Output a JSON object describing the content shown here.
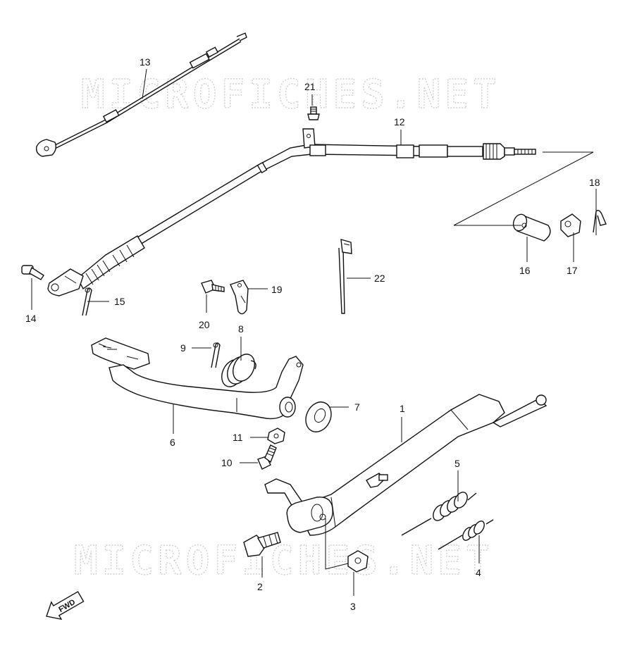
{
  "watermark": {
    "text": "MICROFICHES.NET"
  },
  "fwd_badge": {
    "text": "FWD"
  },
  "callouts": [
    {
      "id": "1"
    },
    {
      "id": "2"
    },
    {
      "id": "3"
    },
    {
      "id": "4"
    },
    {
      "id": "5"
    },
    {
      "id": "6"
    },
    {
      "id": "7"
    },
    {
      "id": "8"
    },
    {
      "id": "9"
    },
    {
      "id": "10"
    },
    {
      "id": "11"
    },
    {
      "id": "12"
    },
    {
      "id": "13"
    },
    {
      "id": "14"
    },
    {
      "id": "15"
    },
    {
      "id": "16"
    },
    {
      "id": "17"
    },
    {
      "id": "18"
    },
    {
      "id": "19"
    },
    {
      "id": "20"
    },
    {
      "id": "21"
    },
    {
      "id": "22"
    }
  ]
}
